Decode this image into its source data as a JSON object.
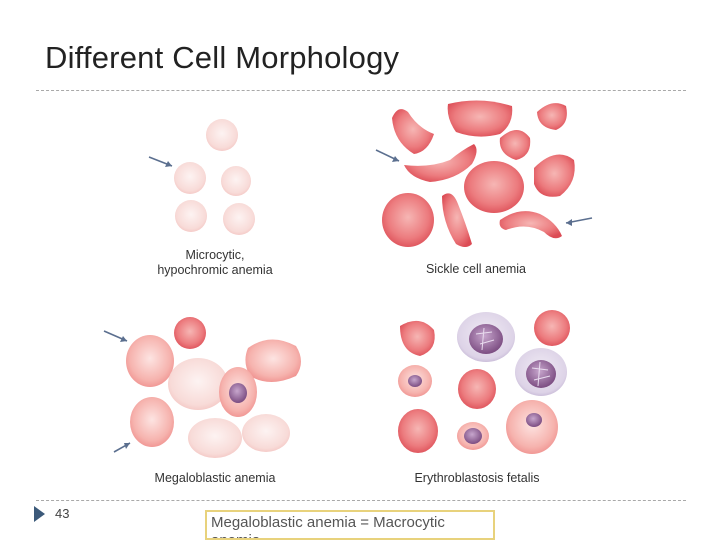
{
  "slide": {
    "title": "Different Cell Morphology",
    "page_number": "43",
    "note": "Megaloblastic anemia = Macrocytic anemia"
  },
  "panels": {
    "microcytic_caption": "Microcytic,\nhypochromic anemia",
    "sickle_caption": "Sickle cell anemia",
    "megaloblastic_caption": "Megaloblastic anemia",
    "erythroblastosis_caption": "Erythroblastosis fetalis"
  },
  "colors": {
    "cell_pale": "#f7d6d3",
    "cell_pink": "#f4a6a2",
    "cell_red": "#e85f64",
    "nucleus": "#8e5f93",
    "blast": "#d7cfe3",
    "arrow": "#5b6f8f",
    "note_border": "#e8d27c"
  }
}
